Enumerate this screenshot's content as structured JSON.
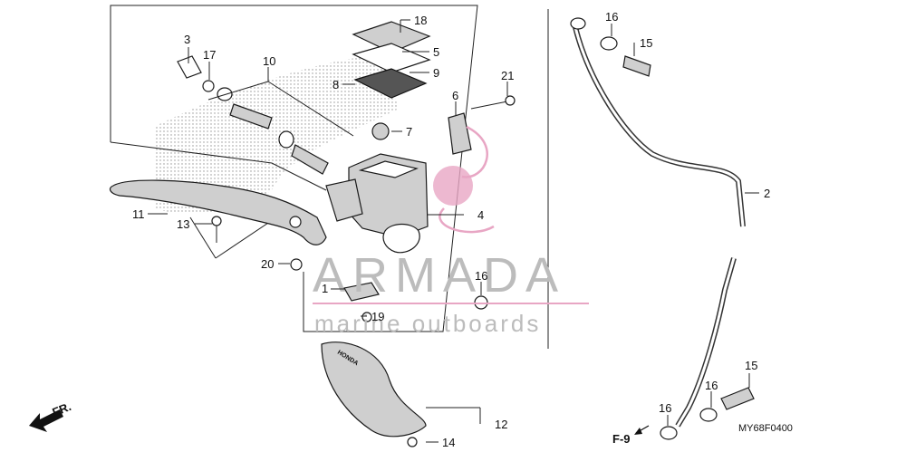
{
  "diagram": {
    "code": "MY68F0400",
    "direction": "FR.",
    "ref": "F-9"
  },
  "callouts": [
    {
      "id": "c1",
      "text": "1"
    },
    {
      "id": "c2",
      "text": "2"
    },
    {
      "id": "c3",
      "text": "3"
    },
    {
      "id": "c4",
      "text": "4"
    },
    {
      "id": "c5",
      "text": "5"
    },
    {
      "id": "c6",
      "text": "6"
    },
    {
      "id": "c7",
      "text": "7"
    },
    {
      "id": "c8",
      "text": "8"
    },
    {
      "id": "c9",
      "text": "9"
    },
    {
      "id": "c10",
      "text": "10"
    },
    {
      "id": "c11",
      "text": "11"
    },
    {
      "id": "c12",
      "text": "12"
    },
    {
      "id": "c13",
      "text": "13"
    },
    {
      "id": "c14",
      "text": "14"
    },
    {
      "id": "c15a",
      "text": "15"
    },
    {
      "id": "c15b",
      "text": "15"
    },
    {
      "id": "c16a",
      "text": "16"
    },
    {
      "id": "c16b",
      "text": "16"
    },
    {
      "id": "c16c",
      "text": "16"
    },
    {
      "id": "c16d",
      "text": "16"
    },
    {
      "id": "c17",
      "text": "17"
    },
    {
      "id": "c18",
      "text": "18"
    },
    {
      "id": "c19",
      "text": "19"
    },
    {
      "id": "c20",
      "text": "20"
    },
    {
      "id": "c21",
      "text": "21"
    }
  ],
  "watermark": {
    "brand": "ARMADA",
    "tagline": "marine outboards",
    "accent": "#e8a6c4"
  },
  "guard_brand": "HONDA"
}
